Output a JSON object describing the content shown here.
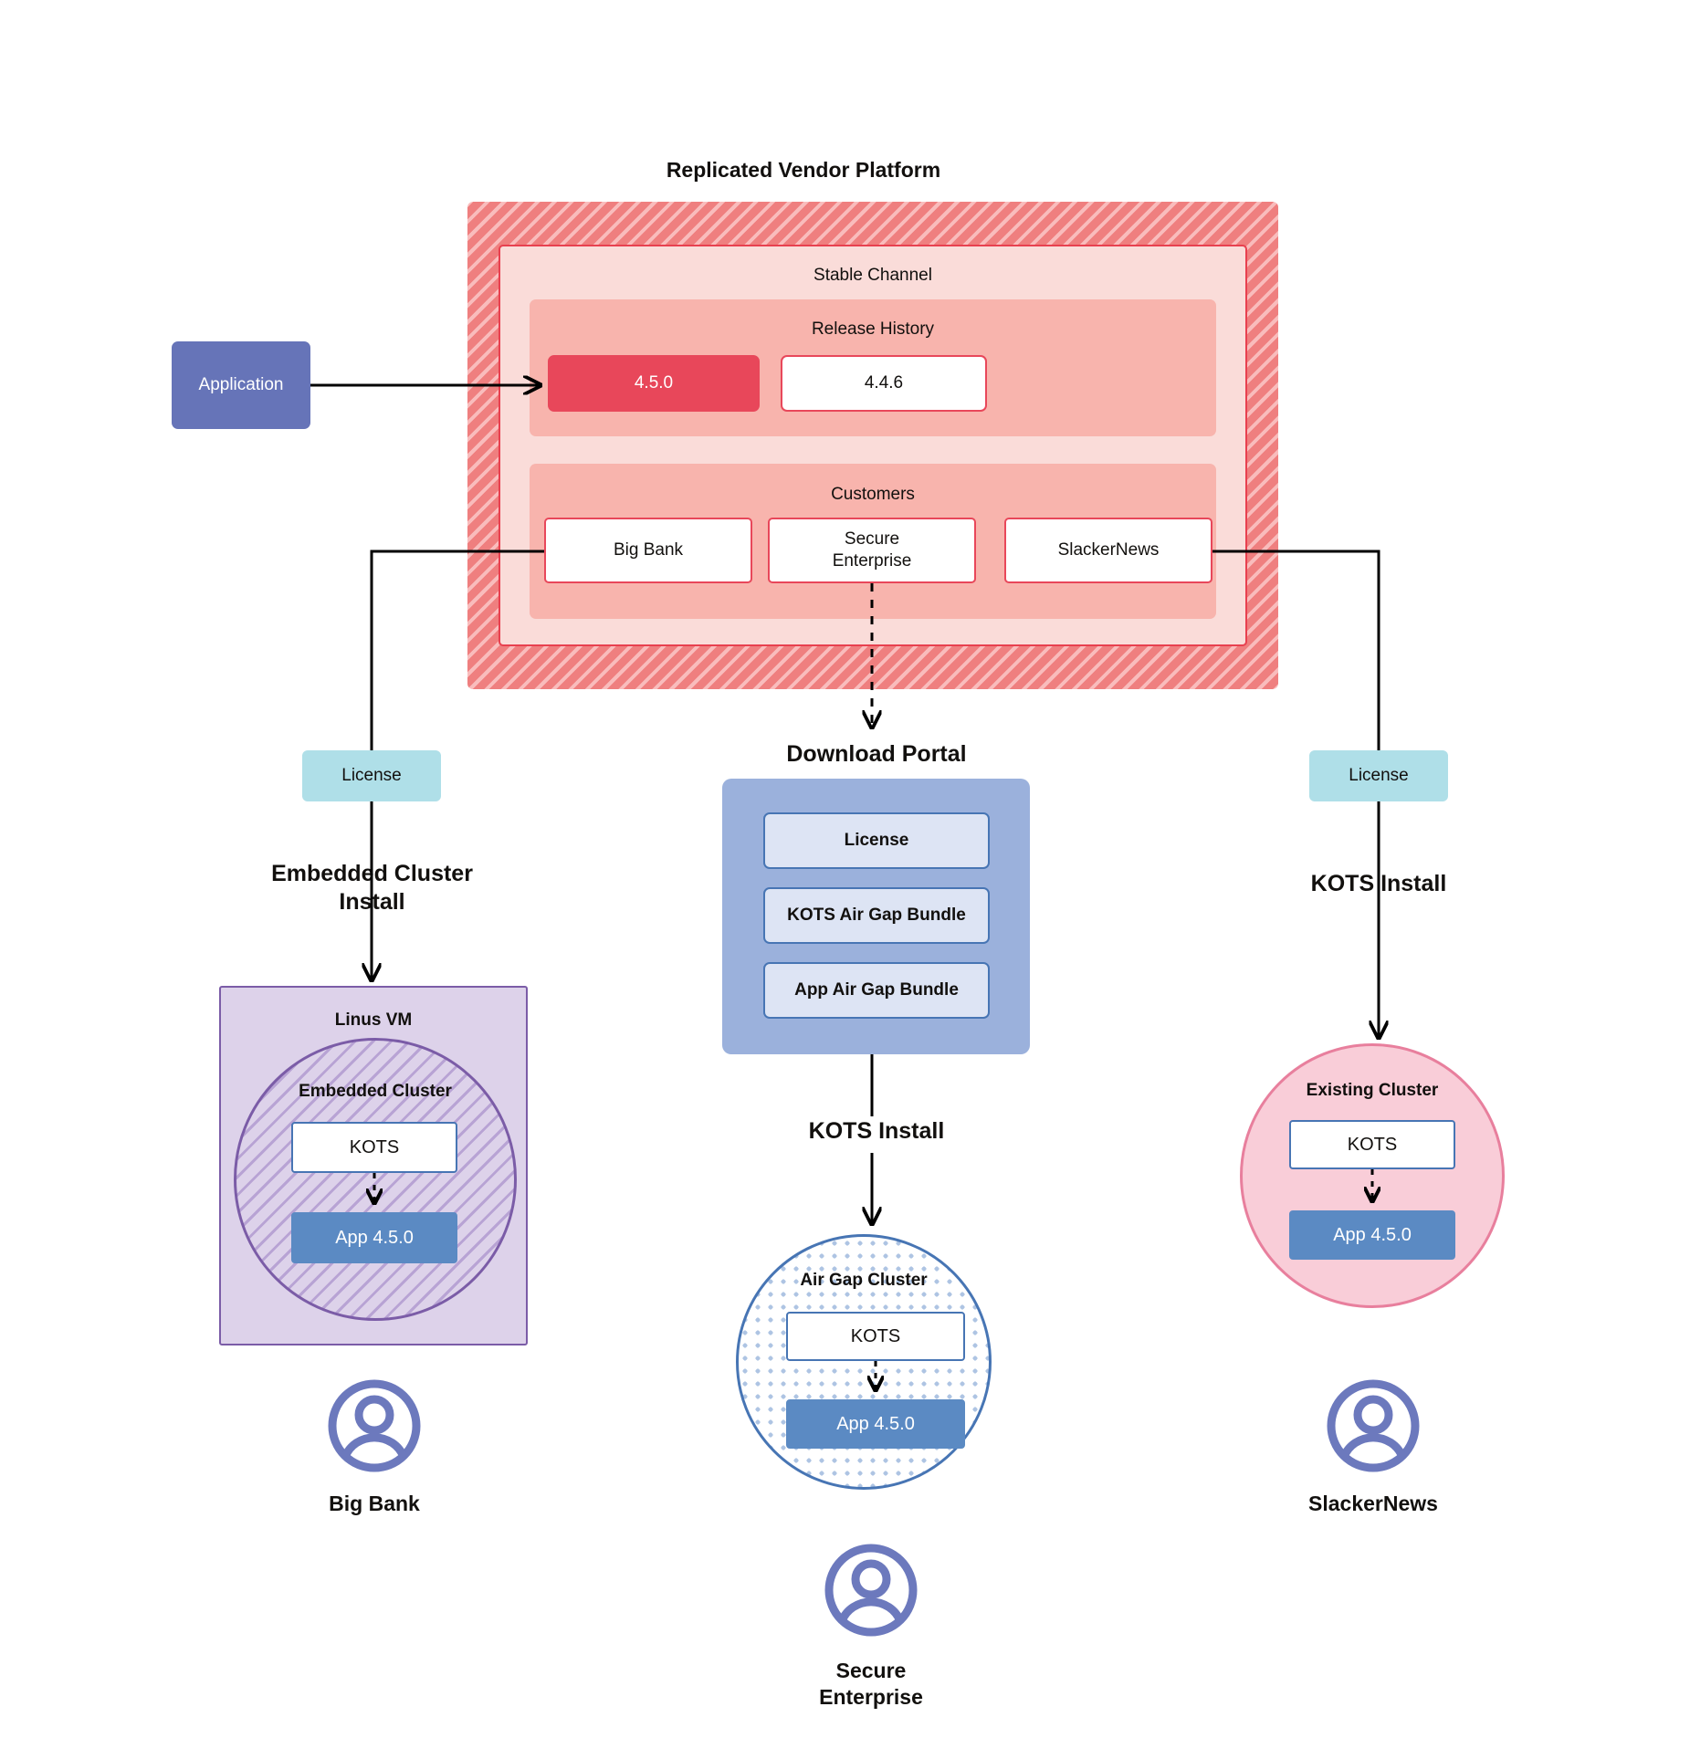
{
  "diagram": {
    "title": "Replicated Vendor Platform",
    "application": {
      "label": "Application"
    },
    "stable_channel": {
      "label": "Stable Channel",
      "release_history": {
        "label": "Release History",
        "releases": [
          {
            "version": "4.5.0",
            "state": "current"
          },
          {
            "version": "4.4.6",
            "state": "previous"
          }
        ]
      },
      "customers": {
        "label": "Customers",
        "items": [
          {
            "name": "Big Bank"
          },
          {
            "name": "Secure\nEnterprise"
          },
          {
            "name": "SlackerNews"
          }
        ]
      }
    },
    "licenses": {
      "left": "License",
      "right": "License"
    },
    "flows": {
      "embedded_cluster_install": "Embedded Cluster\nInstall",
      "kots_install_center": "KOTS Install",
      "kots_install_right": "KOTS Install"
    },
    "download_portal": {
      "title": "Download  Portal",
      "items": [
        {
          "label": "License"
        },
        {
          "label": "KOTS Air Gap Bundle"
        },
        {
          "label": "App Air Gap Bundle"
        }
      ]
    },
    "targets": {
      "linux_vm": {
        "label": "Linus VM",
        "embedded_cluster": {
          "label": "Embedded Cluster",
          "kots": "KOTS",
          "app": "App 4.5.0"
        }
      },
      "air_gap_cluster": {
        "label": "Air Gap Cluster",
        "kots": "KOTS",
        "app": "App 4.5.0"
      },
      "existing_cluster": {
        "label": "Existing Cluster",
        "kots": "KOTS",
        "app": "App 4.5.0"
      }
    },
    "personas": [
      {
        "name": "Big Bank"
      },
      {
        "name": "Secure\nEnterprise"
      },
      {
        "name": "SlackerNews"
      }
    ],
    "colors": {
      "platform_hatch": "#ef7f7f",
      "stable_channel": "#fadcd9",
      "inner_band": "#f8b4ad",
      "release_current": "#e8475a",
      "application": "#6674b8",
      "license_chip": "#afdfe8",
      "portal": "#9bb1dc",
      "portal_item": "#dde4f4",
      "linux_vm": "#ddd2ea",
      "embedded_border": "#7b5ca7",
      "airgap_border": "#4775b4",
      "existing_cluster": "#f9cdd8",
      "app_box": "#5b8ac3",
      "avatar": "#6c79bd"
    }
  }
}
